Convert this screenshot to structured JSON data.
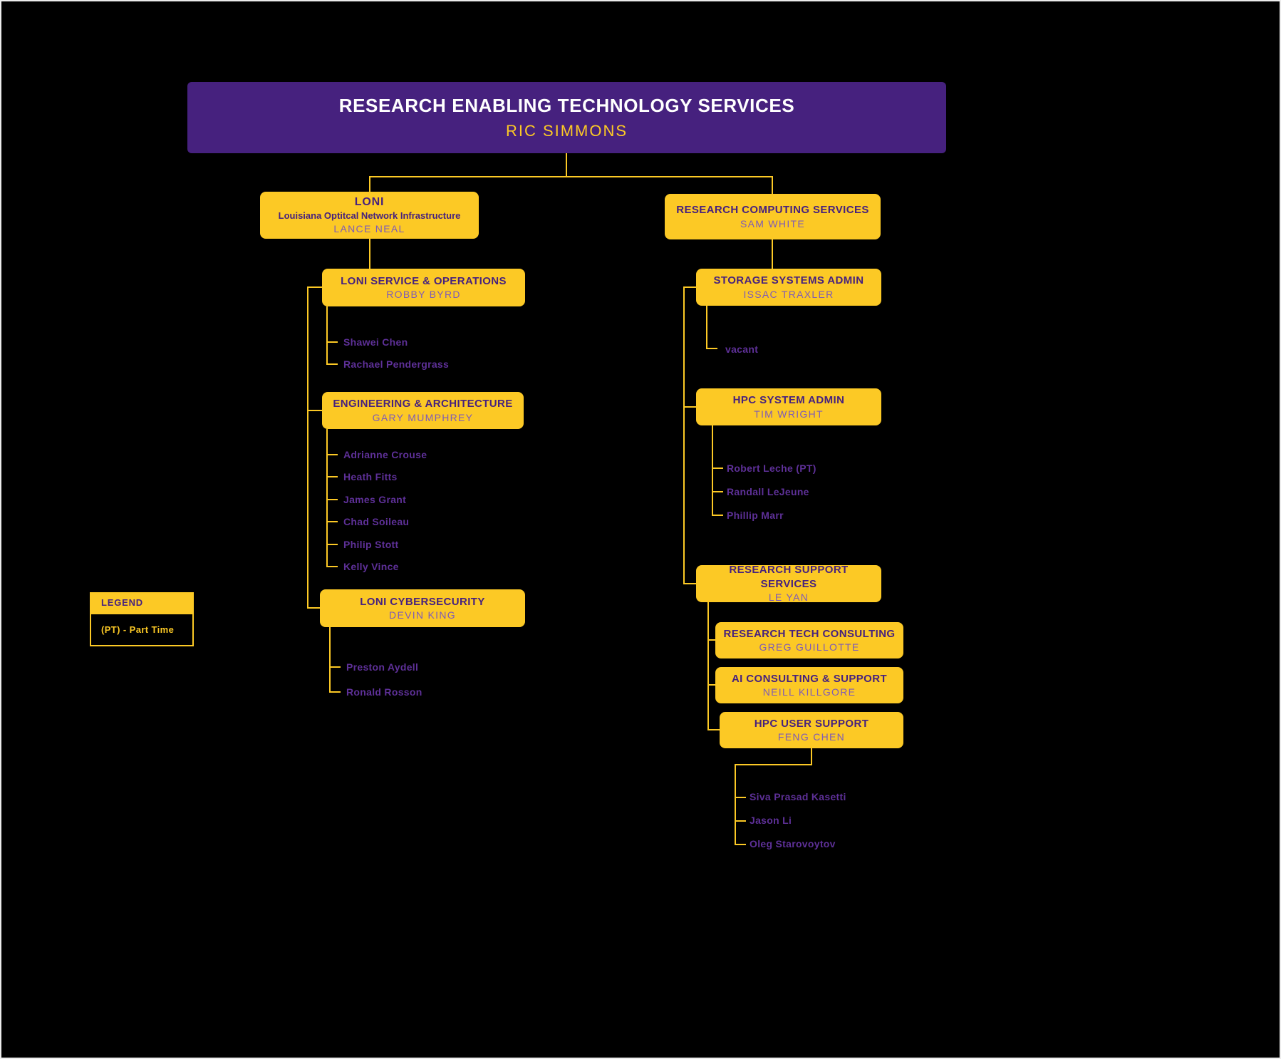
{
  "colors": {
    "background": "#000000",
    "purple": "#46217E",
    "gold": "#FCC925",
    "box_name_purple": "#7E5BB8",
    "leaf_purple": "#5E3098",
    "root_title": "#FFFFFF"
  },
  "root": {
    "title": "RESEARCH ENABLING TECHNOLOGY SERVICES",
    "name": "RIC SIMMONS"
  },
  "loni": {
    "title": "LONI",
    "subtitle": "Louisiana Optitcal Network Infrastructure",
    "name": "LANCE NEAL",
    "service_ops": {
      "title": "LONI SERVICE & OPERATIONS",
      "name": "ROBBY BYRD",
      "members": [
        "Shawei Chen",
        "Rachael Pendergrass"
      ]
    },
    "eng_arch": {
      "title": "ENGINEERING & ARCHITECTURE",
      "name": "GARY MUMPHREY",
      "members": [
        "Adrianne Crouse",
        "Heath Fitts",
        "James Grant",
        "Chad Soileau",
        "Philip Stott",
        "Kelly Vince"
      ]
    },
    "cyber": {
      "title": "LONI CYBERSECURITY",
      "name": "DEVIN KING",
      "members": [
        "Preston Aydell",
        "Ronald Rosson"
      ]
    }
  },
  "rcs": {
    "title": "RESEARCH COMPUTING SERVICES",
    "name": "SAM WHITE",
    "storage": {
      "title": "STORAGE SYSTEMS ADMIN",
      "name": "ISSAC TRAXLER",
      "members": [
        "vacant"
      ]
    },
    "hpc_admin": {
      "title": "HPC SYSTEM ADMIN",
      "name": "TIM WRIGHT",
      "members": [
        "Robert Leche (PT)",
        "Randall LeJeune",
        "Phillip Marr"
      ]
    },
    "support": {
      "title": "RESEARCH SUPPORT SERVICES",
      "name": "LE YAN",
      "tech_consulting": {
        "title": "RESEARCH TECH CONSULTING",
        "name": "GREG GUILLOTTE"
      },
      "ai_consulting": {
        "title": "AI CONSULTING & SUPPORT",
        "name": "NEILL KILLGORE"
      },
      "hpc_user_support": {
        "title": "HPC USER SUPPORT",
        "name": "FENG CHEN",
        "members": [
          "Siva Prasad Kasetti",
          "Jason Li",
          "Oleg Starovoytov"
        ]
      }
    }
  },
  "legend": {
    "title": "LEGEND",
    "part_time": "(PT) - Part Time"
  }
}
